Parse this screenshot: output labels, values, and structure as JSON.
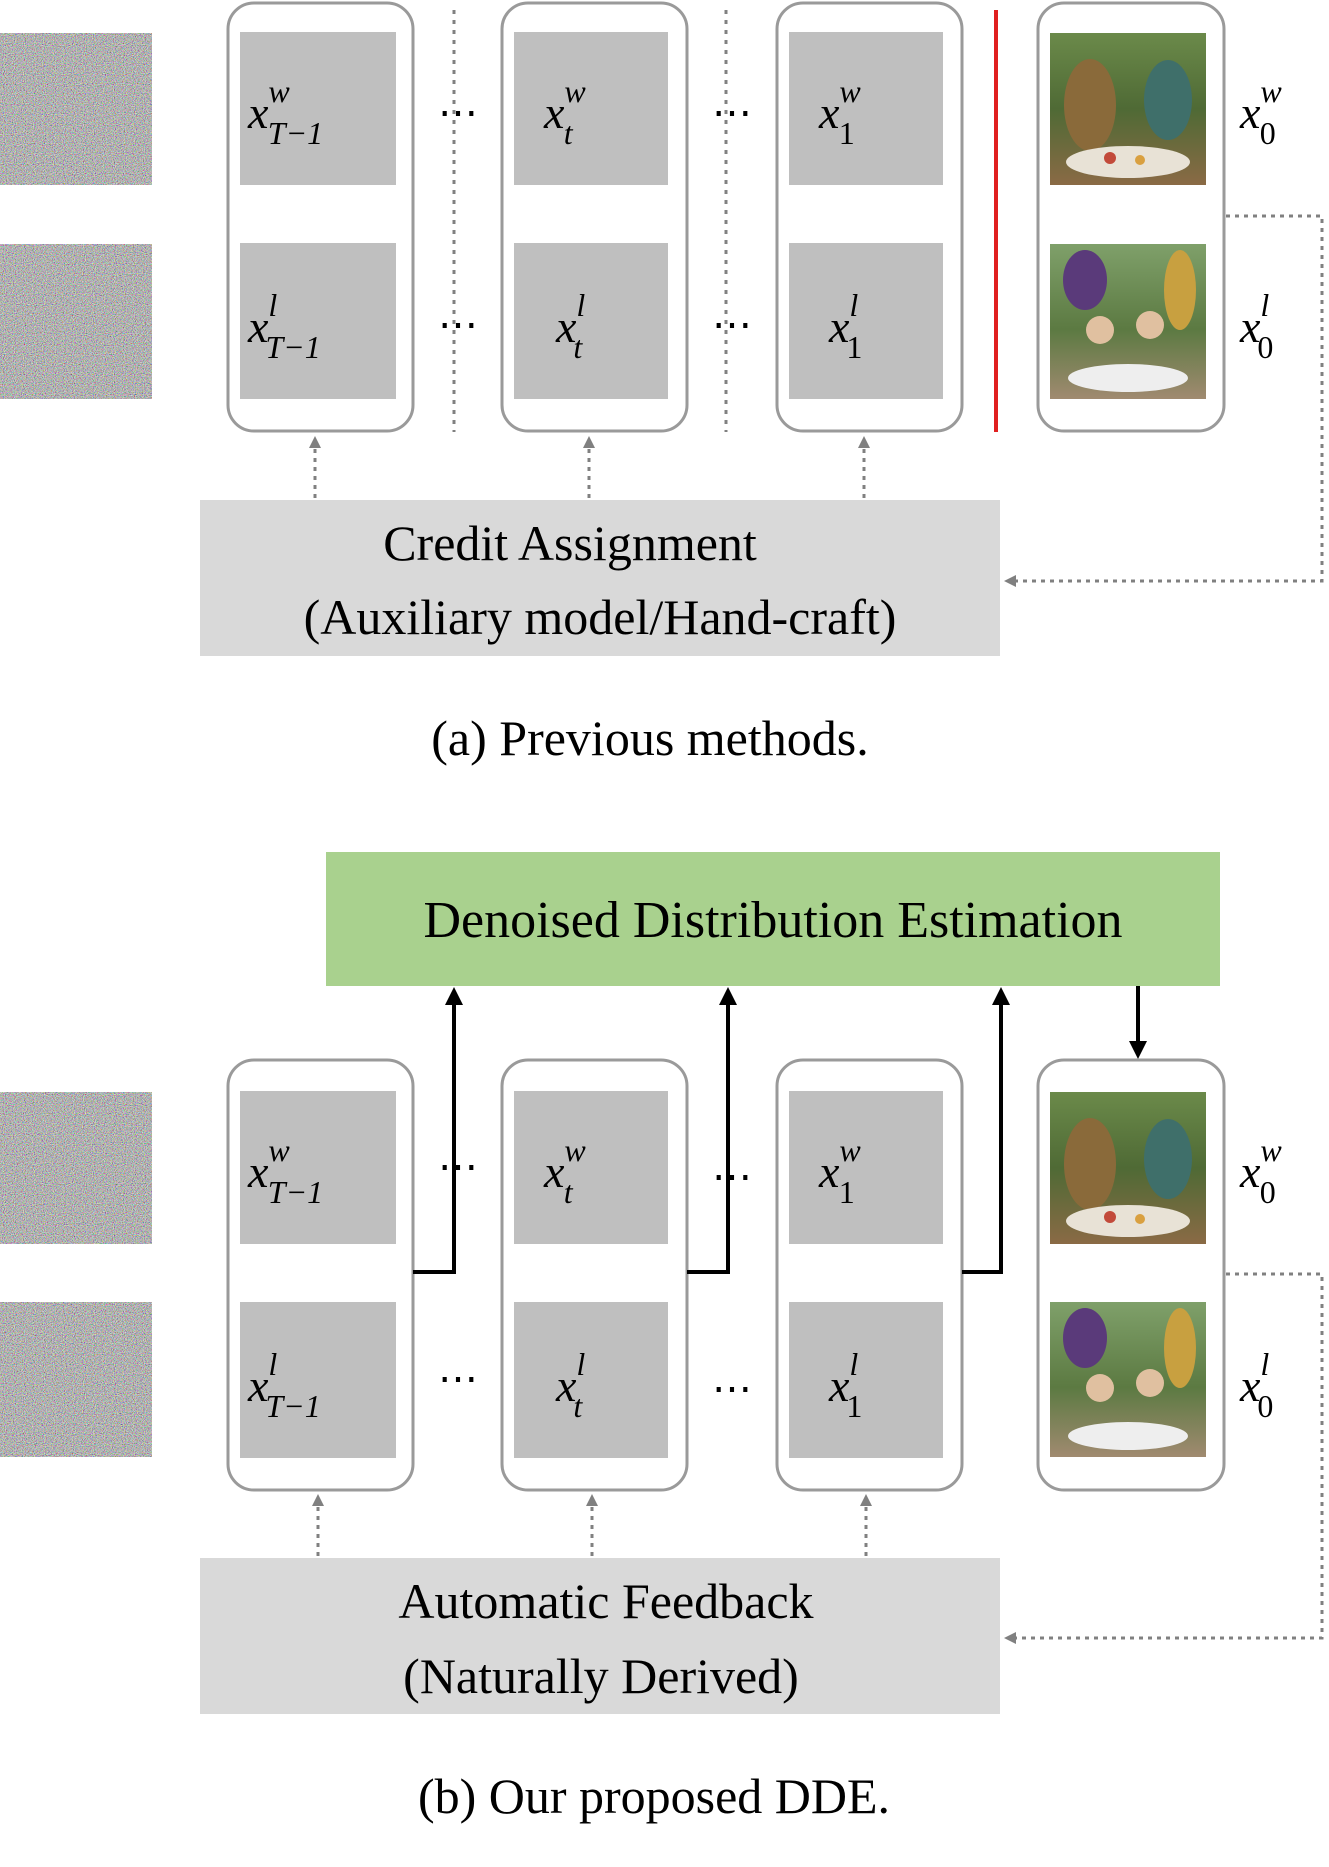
{
  "panel_a": {
    "caption": "(a) Previous methods.",
    "box_line1": "Credit Assignment",
    "box_line2": "(Auxiliary model/Hand-craft)"
  },
  "panel_b": {
    "caption": "(b) Our proposed DDE.",
    "dde_label": "Denoised Distribution Estimation",
    "box_line1": "Automatic Feedback",
    "box_line2": "(Naturally Derived)"
  },
  "steps": [
    {
      "base": "x",
      "w": "w",
      "l": "l",
      "sub": "T−1"
    },
    {
      "base": "x",
      "w": "w",
      "l": "l",
      "sub": "t"
    },
    {
      "base": "x",
      "w": "w",
      "l": "l",
      "sub": "1"
    }
  ],
  "final": {
    "base": "x",
    "w": "w",
    "l": "l",
    "sub": "0"
  },
  "ellipsis": "⋯",
  "colors": {
    "block_fill": "#bfbfbf",
    "feedback_box": "#d9d9d9",
    "dde_box": "#a9d18e",
    "separator": "#e02020",
    "arrow_gray": "#808080",
    "arrow_black": "#000000"
  },
  "icons": {
    "noise": "noise-image",
    "win_image": "dinosaur-tea-party-image",
    "lose_image": "children-dinosaur-party-image"
  }
}
